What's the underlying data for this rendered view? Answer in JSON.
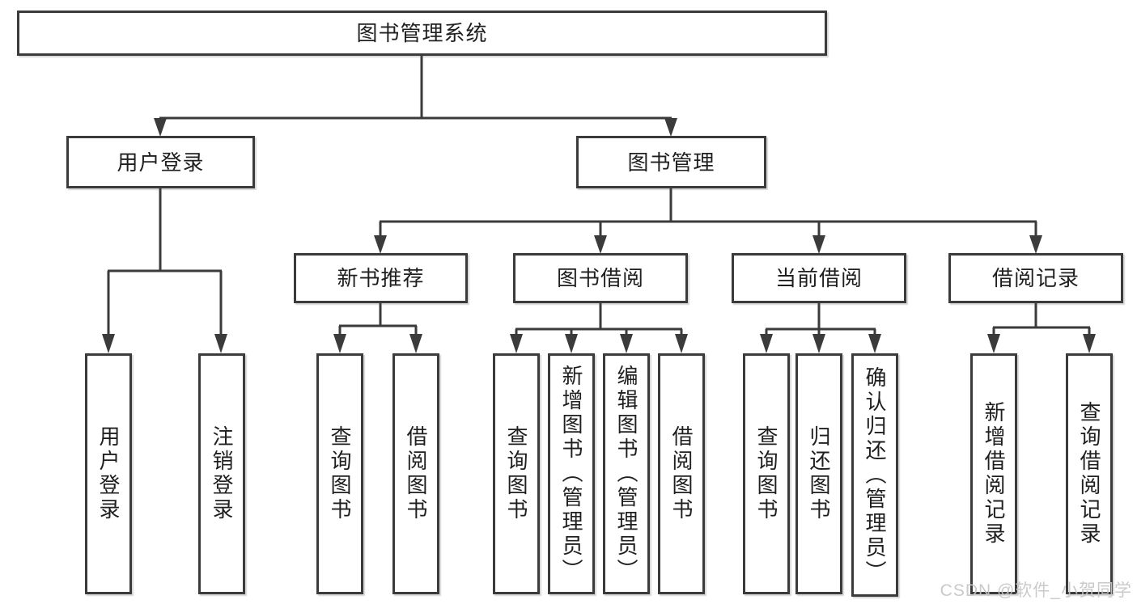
{
  "diagram": {
    "type": "tree-structure-chart",
    "colors": {
      "background": "#ffffff",
      "line": "#3b3b3b",
      "text": "#1f1f1f",
      "watermark": "#c6c6c6"
    },
    "nodes": {
      "root": {
        "label": "图书管理系统"
      },
      "user_login": {
        "label": "用户登录"
      },
      "book_mgmt": {
        "label": "图书管理"
      },
      "new_books": {
        "label": "新书推荐"
      },
      "book_borrow": {
        "label": "图书借阅"
      },
      "current_borrow": {
        "label": "当前借阅"
      },
      "borrow_records": {
        "label": "借阅记录"
      },
      "leaf_user_login": {
        "label": "用户登录"
      },
      "leaf_logout": {
        "label": "注销登录"
      },
      "leaf_nb_query": {
        "label": "查询图书"
      },
      "leaf_nb_borrow": {
        "label": "借阅图书"
      },
      "leaf_bb_query": {
        "label": "查询图书"
      },
      "leaf_bb_add": {
        "label": "新增图书（管理员）"
      },
      "leaf_bb_edit": {
        "label": "编辑图书（管理员）"
      },
      "leaf_bb_borrow": {
        "label": "借阅图书"
      },
      "leaf_cb_query": {
        "label": "查询图书"
      },
      "leaf_cb_return": {
        "label": "归还图书"
      },
      "leaf_cb_confirm": {
        "label": "确认归还（管理员）"
      },
      "leaf_br_add": {
        "label": "新增借阅记录"
      },
      "leaf_br_query": {
        "label": "查询借阅记录"
      }
    },
    "hierarchy": {
      "图书管理系统": {
        "用户登录": [
          "用户登录",
          "注销登录"
        ],
        "图书管理": {
          "新书推荐": [
            "查询图书",
            "借阅图书"
          ],
          "图书借阅": [
            "查询图书",
            "新增图书（管理员）",
            "编辑图书（管理员）",
            "借阅图书"
          ],
          "当前借阅": [
            "查询图书",
            "归还图书",
            "确认归还（管理员）"
          ],
          "借阅记录": [
            "新增借阅记录",
            "查询借阅记录"
          ]
        }
      }
    },
    "watermark": {
      "text": "CSDN @软件_小贺同学"
    }
  }
}
